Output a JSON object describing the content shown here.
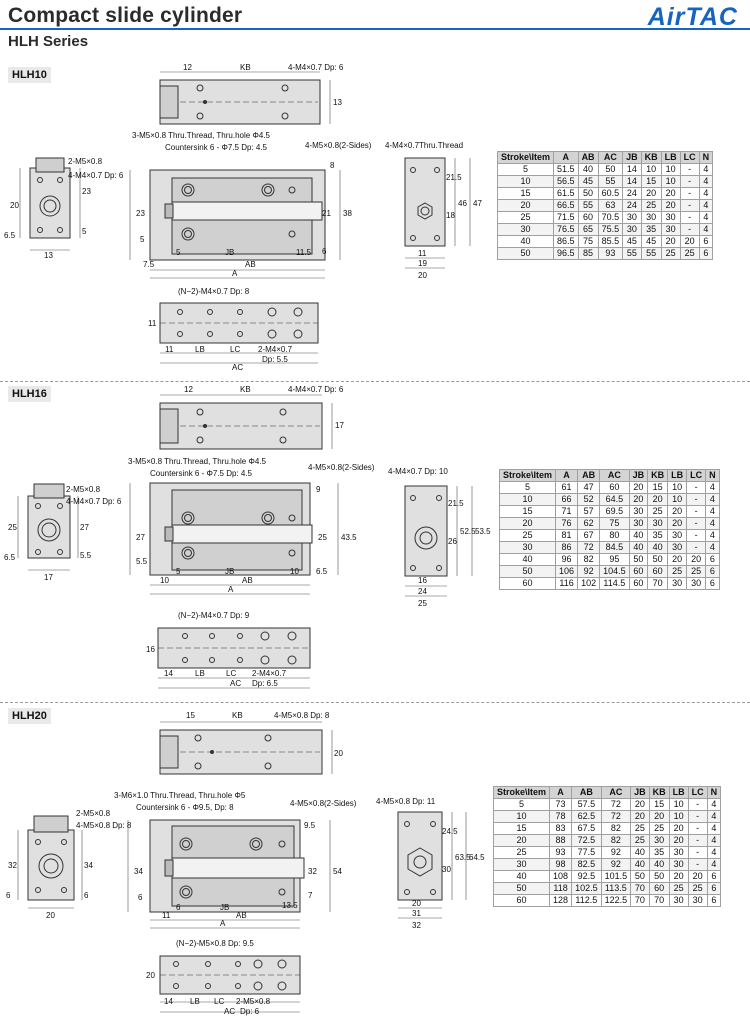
{
  "header": {
    "title": "Compact slide cylinder",
    "subtitle": "HLH Series",
    "brand": "AirTAC"
  },
  "sections": [
    {
      "name": "HLH10",
      "top_view": {
        "d1": "12",
        "d2": "KB",
        "d3": "13",
        "hole_note": "4-M4×0.7 Dp: 6"
      },
      "front_view": {
        "note1": "3-M5×0.8 Thru.Thread, Thru.hole Φ4.5",
        "note2": "Countersink 6 - Φ7.5 Dp: 4.5",
        "note3": "4-M5×0.8(2-Sides)",
        "dims": [
          "8",
          "21",
          "38",
          "23",
          "5",
          "5",
          "JB",
          "11.5",
          "6",
          "7.5",
          "AB",
          "A"
        ]
      },
      "left_view": {
        "note1": "2-M5×0.8",
        "note2": "4-M4×0.7 Dp: 6",
        "dims": [
          "20",
          "6.5",
          "23",
          "5",
          "13"
        ]
      },
      "right_view": {
        "note": "4-M4×0.7Thru.Thread",
        "dims": [
          "21.5",
          "46",
          "47",
          "18",
          "11",
          "19",
          "20"
        ]
      },
      "bottom_view": {
        "note1": "(N−2)-M4×0.7 Dp: 8",
        "note2": "2-M4×0.7",
        "note3": "Dp: 5.5",
        "dims": [
          "11",
          "11",
          "LB",
          "LC",
          "AC"
        ]
      },
      "table": {
        "headers": [
          "Stroke\\Item",
          "A",
          "AB",
          "AC",
          "JB",
          "KB",
          "LB",
          "LC",
          "N"
        ],
        "rows": [
          [
            "5",
            "51.5",
            "40",
            "50",
            "14",
            "10",
            "10",
            "-",
            "4"
          ],
          [
            "10",
            "56.5",
            "45",
            "55",
            "14",
            "15",
            "10",
            "-",
            "4"
          ],
          [
            "15",
            "61.5",
            "50",
            "60.5",
            "24",
            "20",
            "20",
            "-",
            "4"
          ],
          [
            "20",
            "66.5",
            "55",
            "63",
            "24",
            "25",
            "20",
            "-",
            "4"
          ],
          [
            "25",
            "71.5",
            "60",
            "70.5",
            "30",
            "30",
            "30",
            "-",
            "4"
          ],
          [
            "30",
            "76.5",
            "65",
            "75.5",
            "30",
            "35",
            "30",
            "-",
            "4"
          ],
          [
            "40",
            "86.5",
            "75",
            "85.5",
            "45",
            "45",
            "20",
            "20",
            "6"
          ],
          [
            "50",
            "96.5",
            "85",
            "93",
            "55",
            "55",
            "25",
            "25",
            "6"
          ]
        ]
      }
    },
    {
      "name": "HLH16",
      "top_view": {
        "d1": "12",
        "d2": "KB",
        "d3": "17",
        "hole_note": "4-M4×0.7 Dp: 6"
      },
      "front_view": {
        "note1": "3-M5×0.8 Thru.Thread, Thru.hole Φ4.5",
        "note2": "Countersink 6 - Φ7.5 Dp: 4.5",
        "note3": "4-M5×0.8(2-Sides)",
        "dims": [
          "9",
          "25",
          "43.5",
          "27",
          "5.5",
          "5",
          "JB",
          "10",
          "6.5",
          "10",
          "AB",
          "A"
        ]
      },
      "left_view": {
        "note1": "2-M5×0.8",
        "note2": "4-M4×0.7 Dp: 6",
        "dims": [
          "25",
          "6.5",
          "27",
          "5.5",
          "17"
        ]
      },
      "right_view": {
        "note": "4-M4×0.7 Dp: 10",
        "dims": [
          "21.5",
          "52.5",
          "53.5",
          "26",
          "16",
          "24",
          "25"
        ]
      },
      "bottom_view": {
        "note1": "(N−2)-M4×0.7 Dp: 9",
        "note2": "2-M4×0.7",
        "note3": "Dp: 6.5",
        "dims": [
          "16",
          "14",
          "LB",
          "LC",
          "AC"
        ]
      },
      "table": {
        "headers": [
          "Stroke\\Item",
          "A",
          "AB",
          "AC",
          "JB",
          "KB",
          "LB",
          "LC",
          "N"
        ],
        "rows": [
          [
            "5",
            "61",
            "47",
            "60",
            "20",
            "15",
            "10",
            "-",
            "4"
          ],
          [
            "10",
            "66",
            "52",
            "64.5",
            "20",
            "20",
            "10",
            "-",
            "4"
          ],
          [
            "15",
            "71",
            "57",
            "69.5",
            "30",
            "25",
            "20",
            "-",
            "4"
          ],
          [
            "20",
            "76",
            "62",
            "75",
            "30",
            "30",
            "20",
            "-",
            "4"
          ],
          [
            "25",
            "81",
            "67",
            "80",
            "40",
            "35",
            "30",
            "-",
            "4"
          ],
          [
            "30",
            "86",
            "72",
            "84.5",
            "40",
            "40",
            "30",
            "-",
            "4"
          ],
          [
            "40",
            "96",
            "82",
            "95",
            "50",
            "50",
            "20",
            "20",
            "6"
          ],
          [
            "50",
            "106",
            "92",
            "104.5",
            "60",
            "60",
            "25",
            "25",
            "6"
          ],
          [
            "60",
            "116",
            "102",
            "114.5",
            "60",
            "70",
            "30",
            "30",
            "6"
          ]
        ]
      }
    },
    {
      "name": "HLH20",
      "top_view": {
        "d1": "15",
        "d2": "KB",
        "d3": "20",
        "hole_note": "4-M5×0.8 Dp: 8"
      },
      "front_view": {
        "note1": "3-M6×1.0 Thru.Thread, Thru.hole Φ5",
        "note2": "Countersink 6 - Φ9.5, Dp: 8",
        "note3": "4-M5×0.8(2-Sides)",
        "dims": [
          "9.5",
          "32",
          "54",
          "34",
          "6",
          "6",
          "JB",
          "13.5",
          "7",
          "11",
          "AB",
          "A"
        ]
      },
      "left_view": {
        "note1": "2-M5×0.8",
        "note2": "4-M5×0.8 Dp: 8",
        "dims": [
          "32",
          "6",
          "34",
          "6",
          "20"
        ]
      },
      "right_view": {
        "note": "4-M5×0.8 Dp: 11",
        "dims": [
          "24.5",
          "63.5",
          "64.5",
          "30",
          "20",
          "31",
          "32"
        ]
      },
      "bottom_view": {
        "note1": "(N−2)-M5×0.8 Dp: 9.5",
        "note2": "2-M5×0.8",
        "note3": "Dp: 6",
        "dims": [
          "20",
          "14",
          "LB",
          "LC",
          "AC"
        ]
      },
      "table": {
        "headers": [
          "Stroke\\Item",
          "A",
          "AB",
          "AC",
          "JB",
          "KB",
          "LB",
          "LC",
          "N"
        ],
        "rows": [
          [
            "5",
            "73",
            "57.5",
            "72",
            "20",
            "15",
            "10",
            "-",
            "4"
          ],
          [
            "10",
            "78",
            "62.5",
            "72",
            "20",
            "20",
            "10",
            "-",
            "4"
          ],
          [
            "15",
            "83",
            "67.5",
            "82",
            "25",
            "25",
            "20",
            "-",
            "4"
          ],
          [
            "20",
            "88",
            "72.5",
            "82",
            "25",
            "30",
            "20",
            "-",
            "4"
          ],
          [
            "25",
            "93",
            "77.5",
            "92",
            "40",
            "35",
            "30",
            "-",
            "4"
          ],
          [
            "30",
            "98",
            "82.5",
            "92",
            "40",
            "40",
            "30",
            "-",
            "4"
          ],
          [
            "40",
            "108",
            "92.5",
            "101.5",
            "50",
            "50",
            "20",
            "20",
            "6"
          ],
          [
            "50",
            "118",
            "102.5",
            "113.5",
            "70",
            "60",
            "25",
            "25",
            "6"
          ],
          [
            "60",
            "128",
            "112.5",
            "122.5",
            "70",
            "70",
            "30",
            "30",
            "6"
          ]
        ]
      }
    }
  ]
}
